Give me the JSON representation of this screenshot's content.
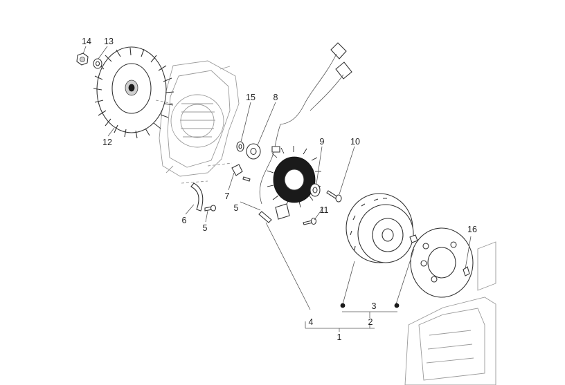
{
  "callouts": [
    {
      "id": "p14",
      "text": "14"
    },
    {
      "id": "p13",
      "text": "13"
    },
    {
      "id": "p12",
      "text": "12"
    },
    {
      "id": "p15",
      "text": "15"
    },
    {
      "id": "p8",
      "text": "8"
    },
    {
      "id": "p9",
      "text": "9"
    },
    {
      "id": "p10",
      "text": "10"
    },
    {
      "id": "p7",
      "text": "7"
    },
    {
      "id": "p5a",
      "text": "5"
    },
    {
      "id": "p11",
      "text": "11"
    },
    {
      "id": "p6",
      "text": "6"
    },
    {
      "id": "p5b",
      "text": "5"
    },
    {
      "id": "p16",
      "text": "16"
    },
    {
      "id": "p3",
      "text": "3"
    },
    {
      "id": "p4",
      "text": "4"
    },
    {
      "id": "p2",
      "text": "2"
    },
    {
      "id": "p1",
      "text": "1"
    }
  ],
  "colors": {
    "line": "#333333",
    "faint": "#9a9a9a",
    "label": "#222222"
  }
}
